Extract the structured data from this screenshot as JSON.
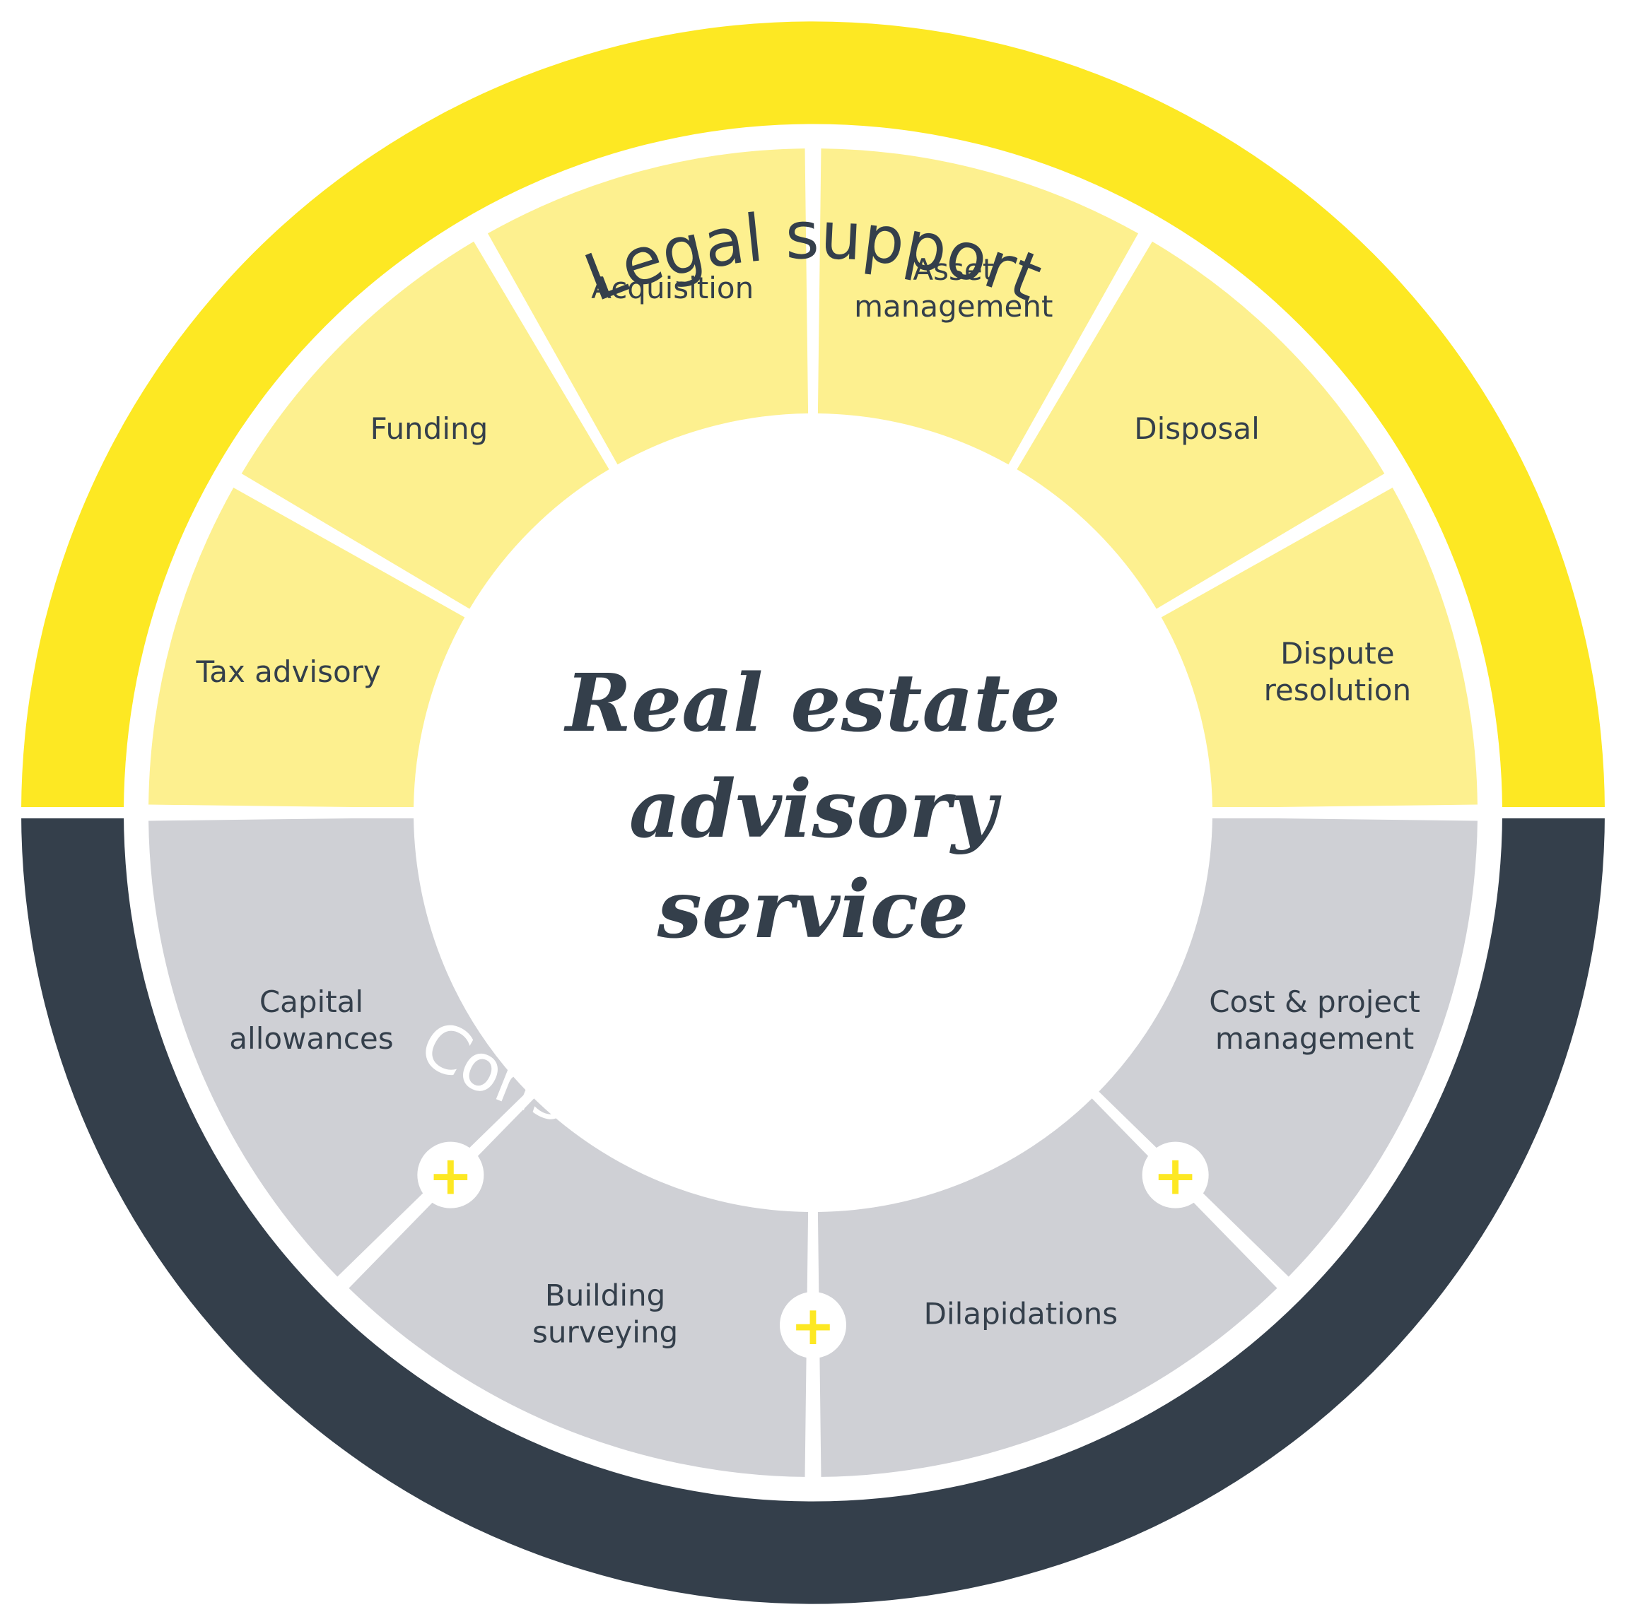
{
  "colors": {
    "legal_outer": "#fde823",
    "legal_inner": "#fdf08f",
    "consultancy_outer": "#343f4b",
    "consultancy_inner": "#cfd0d5",
    "text_dark": "#343f4b",
    "text_light": "#ffffff",
    "plus": "#fde823"
  },
  "outer_ring": {
    "top_label": "Legal support",
    "bottom_label": "Consultancy services"
  },
  "center": {
    "title_lines": [
      "Real estate",
      "advisory",
      "service"
    ]
  },
  "legal_segments": [
    {
      "lines": [
        "Tax advisory"
      ]
    },
    {
      "lines": [
        "Funding"
      ]
    },
    {
      "lines": [
        "Acquisition"
      ]
    },
    {
      "lines": [
        "Asset",
        "management"
      ]
    },
    {
      "lines": [
        "Disposal"
      ]
    },
    {
      "lines": [
        "Dispute",
        "resolution"
      ]
    }
  ],
  "consultancy_segments": [
    {
      "lines": [
        "Capital",
        "allowances"
      ]
    },
    {
      "lines": [
        "Building",
        "surveying"
      ]
    },
    {
      "lines": [
        "Dilapidations"
      ]
    },
    {
      "lines": [
        "Cost & project",
        "management"
      ]
    }
  ],
  "connector_symbol": "+",
  "connector_icon": "plus-icon"
}
